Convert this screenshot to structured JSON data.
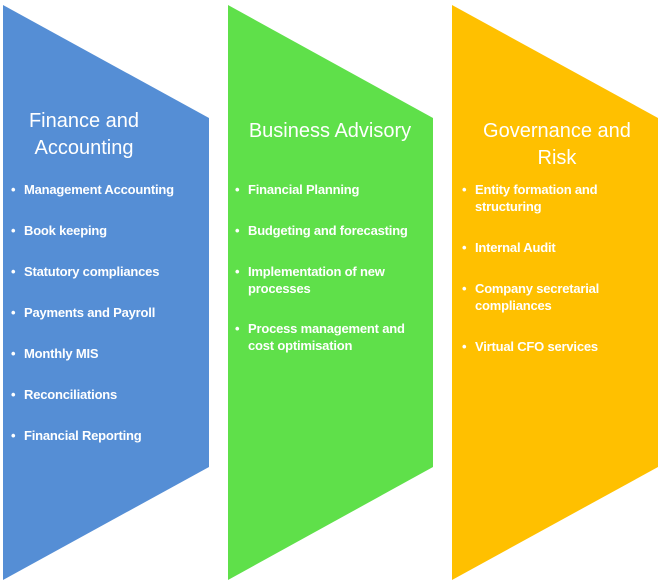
{
  "colors": {
    "finance": "#558ED5",
    "advisory": "#5FE04A",
    "governance": "#FFC000",
    "text": "#FFFFFF"
  },
  "columns": [
    {
      "title": "Finance and Accounting",
      "items": [
        "Management Accounting",
        "Book keeping",
        "Statutory compliances",
        "Payments and Payroll",
        "Monthly MIS",
        "Reconciliations",
        "Financial Reporting"
      ]
    },
    {
      "title": "Business Advisory",
      "items": [
        "Financial Planning",
        "Budgeting and forecasting",
        "Implementation of new processes",
        "Process management and cost optimisation"
      ]
    },
    {
      "title": "Governance and Risk",
      "items": [
        "Entity formation and structuring",
        "Internal Audit",
        "Company secretarial compliances",
        "Virtual CFO services"
      ]
    }
  ]
}
